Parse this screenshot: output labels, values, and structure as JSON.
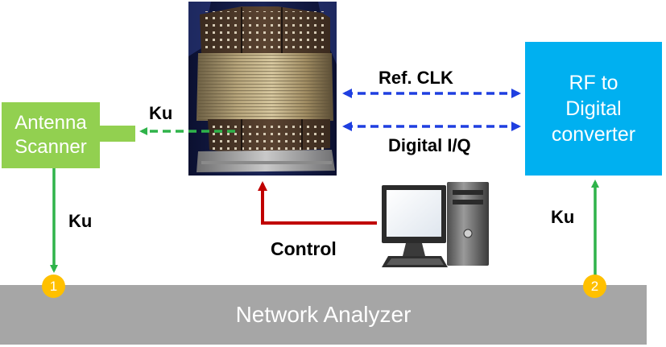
{
  "antenna_scanner": {
    "line1": "Antenna",
    "line2": "Scanner"
  },
  "rf_converter": {
    "line1": "RF to",
    "line2": "Digital",
    "line3": "converter"
  },
  "network_analyzer": {
    "label": "Network Analyzer"
  },
  "ports": {
    "port1": "1",
    "port2": "2"
  },
  "links": {
    "ref_clk": "Ref. CLK",
    "digital_iq": "Digital I/Q",
    "ku_to_scanner": "Ku",
    "ku_scanner_to_na": "Ku",
    "ku_na_to_rf": "Ku",
    "control": "Control"
  },
  "colors": {
    "scanner": "#92d050",
    "rf_converter": "#00b0f0",
    "network_analyzer": "#a6a6a6",
    "port_badge": "#ffc000",
    "ku_arrow": "#2fb34a",
    "clk_arrow": "#1f3fe0",
    "control_arrow": "#c00000"
  },
  "icons": [
    "cylindrical-phased-array-antenna-photo",
    "desktop-computer-icon"
  ]
}
